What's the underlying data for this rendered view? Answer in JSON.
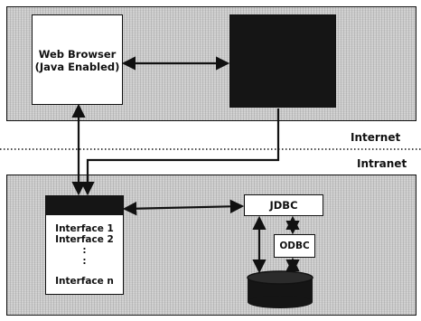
{
  "browser": {
    "line1": "Web Browser",
    "line2": "(Java Enabled)"
  },
  "zones": {
    "internet": "Internet",
    "intranet": "Intranet"
  },
  "app_server": {
    "interfaces": [
      "Interface 1",
      "Interface 2",
      ":",
      ":",
      "Interface n"
    ]
  },
  "jdbc_label": "JDBC",
  "odbc_label": "ODBC",
  "colors": {
    "panel": "#c8c8c8",
    "dark_box": "#151515",
    "line": "#111111"
  }
}
